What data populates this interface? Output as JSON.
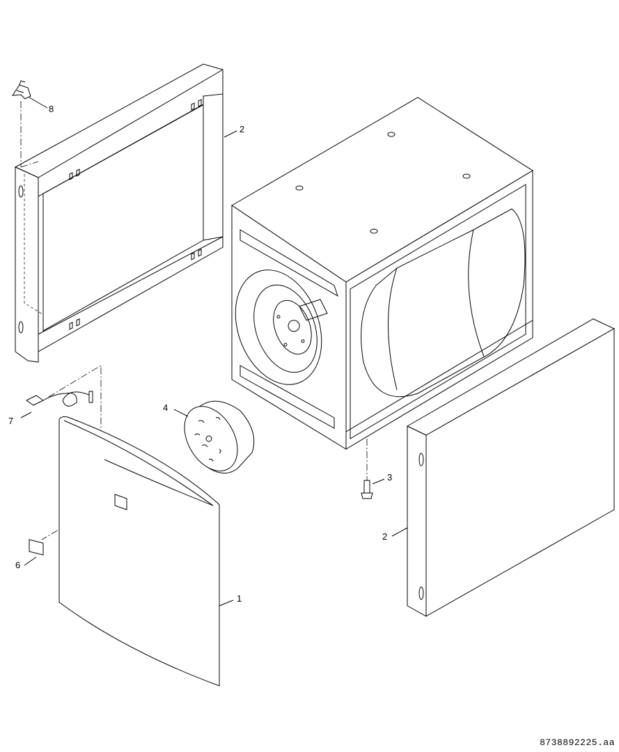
{
  "diagram": {
    "callouts": [
      {
        "id": "8",
        "part": "clip"
      },
      {
        "id": "2",
        "part": "frame"
      },
      {
        "id": "7",
        "part": "sensor"
      },
      {
        "id": "4",
        "part": "filter"
      },
      {
        "id": "3",
        "part": "screw"
      },
      {
        "id": "2",
        "part": "side-panel"
      },
      {
        "id": "6",
        "part": "label-plate"
      },
      {
        "id": "1",
        "part": "front-cover"
      }
    ],
    "drawing_number": "8738892225.aa"
  }
}
